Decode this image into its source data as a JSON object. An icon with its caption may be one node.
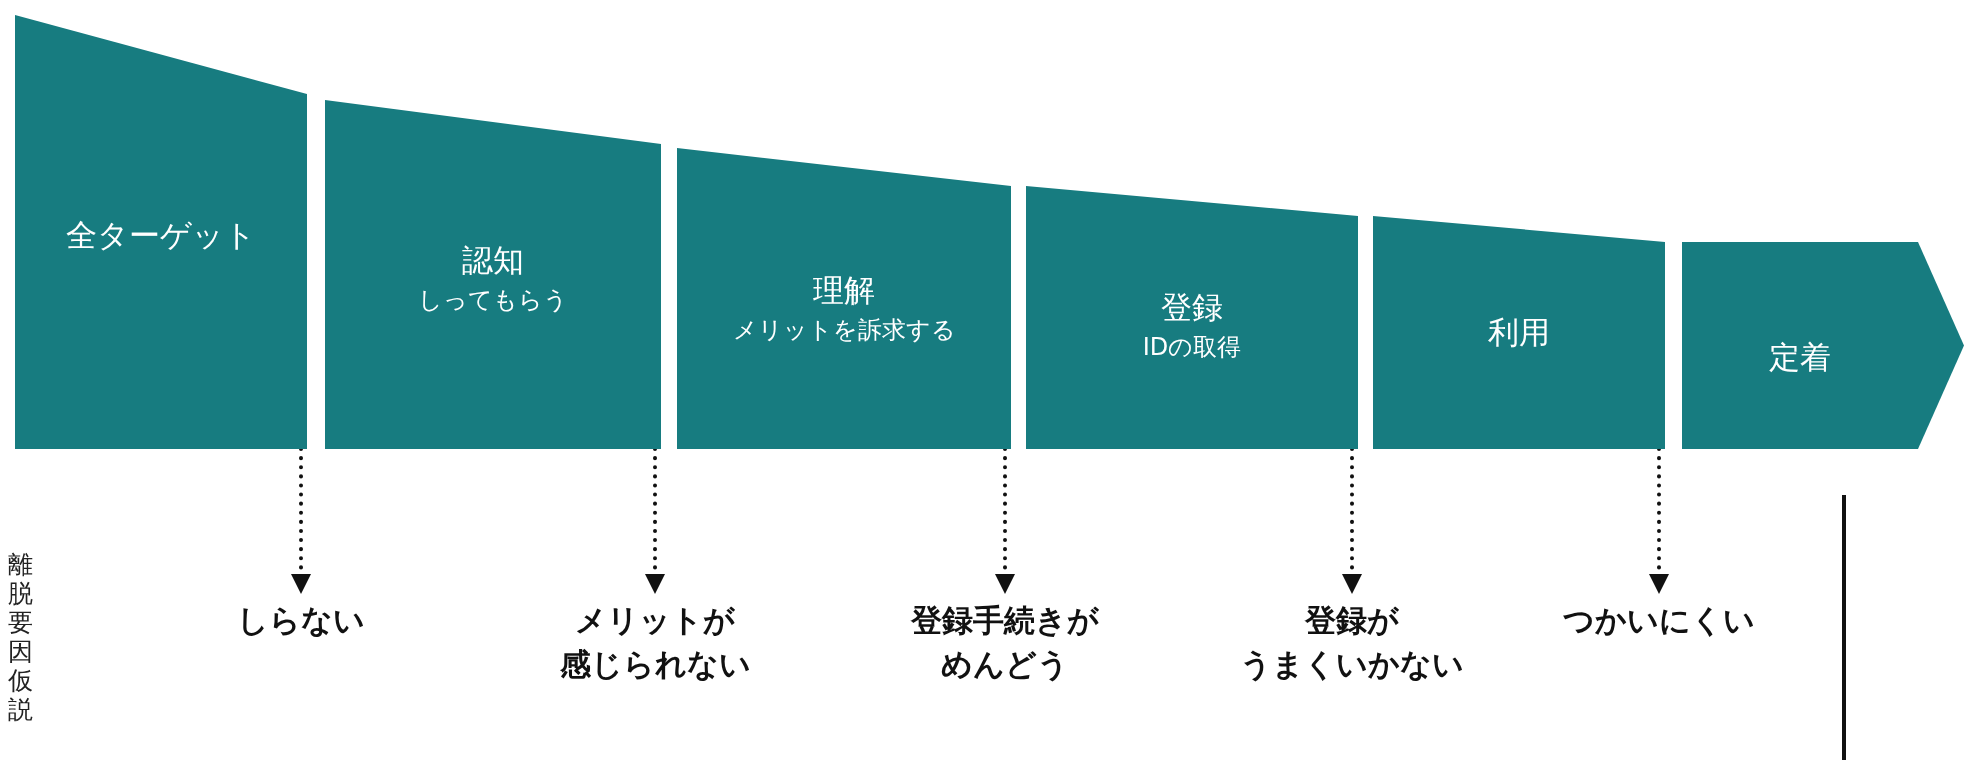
{
  "diagram": {
    "nodes": [
      {
        "text": [
          "全ターゲット"
        ]
      },
      {
        "text": [
          "認知",
          "しってもらう"
        ]
      },
      {
        "text": [
          "理解",
          "メリットを訴求する"
        ]
      },
      {
        "text": [
          "登録",
          "IDの取得"
        ]
      },
      {
        "text": [
          "利用"
        ]
      },
      {
        "text": [
          "定着"
        ]
      },
      {
        "text": [
          "しらない"
        ]
      },
      {
        "text": [
          "メリットが感じられない"
        ]
      },
      {
        "text": [
          "登録手続きがめんどう"
        ]
      },
      {
        "text": [
          "登録がうまくいかない"
        ]
      },
      {
        "text": [
          "つかいにくい"
        ]
      }
    ],
    "edges": [
      {
        "from": 0,
        "to": 6,
        "arrow": "to",
        "style": "dashed"
      },
      {
        "from": 1,
        "to": 7,
        "arrow": "to",
        "style": "dashed"
      },
      {
        "from": 2,
        "to": 8,
        "arrow": "to",
        "style": "dashed"
      },
      {
        "from": 3,
        "to": 9,
        "arrow": "to",
        "style": "dashed"
      },
      {
        "from": 4,
        "to": 10,
        "arrow": "to",
        "style": "dashed"
      }
    ],
    "labels": [
      "離脱要因仮説"
    ]
  }
}
